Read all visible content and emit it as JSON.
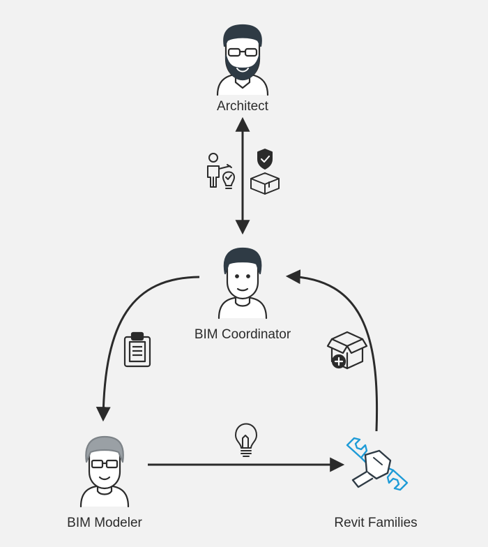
{
  "nodes": {
    "architect": {
      "label": "Architect"
    },
    "coordinator": {
      "label": "BIM Coordinator"
    },
    "modeler": {
      "label": "BIM Modeler"
    },
    "families": {
      "label": "Revit Families"
    }
  },
  "icons": {
    "architect_avatar": "bearded-man-glasses-avatar",
    "coordinator_avatar": "man-avatar",
    "modeler_avatar": "man-glasses-avatar",
    "families_icon": "wrench-tools-icon",
    "presenter": "presenter-idea-icon",
    "shield_box": "shield-box-icon",
    "clipboard": "clipboard-icon",
    "add_box": "add-box-icon",
    "bulb": "lightbulb-icon"
  },
  "colors": {
    "line": "#2b2b2b",
    "skin": "#ffffff",
    "hair_dark": "#2f3b45",
    "hair_light": "#9aa0a5",
    "tool_blue": "#1e9bd7"
  }
}
